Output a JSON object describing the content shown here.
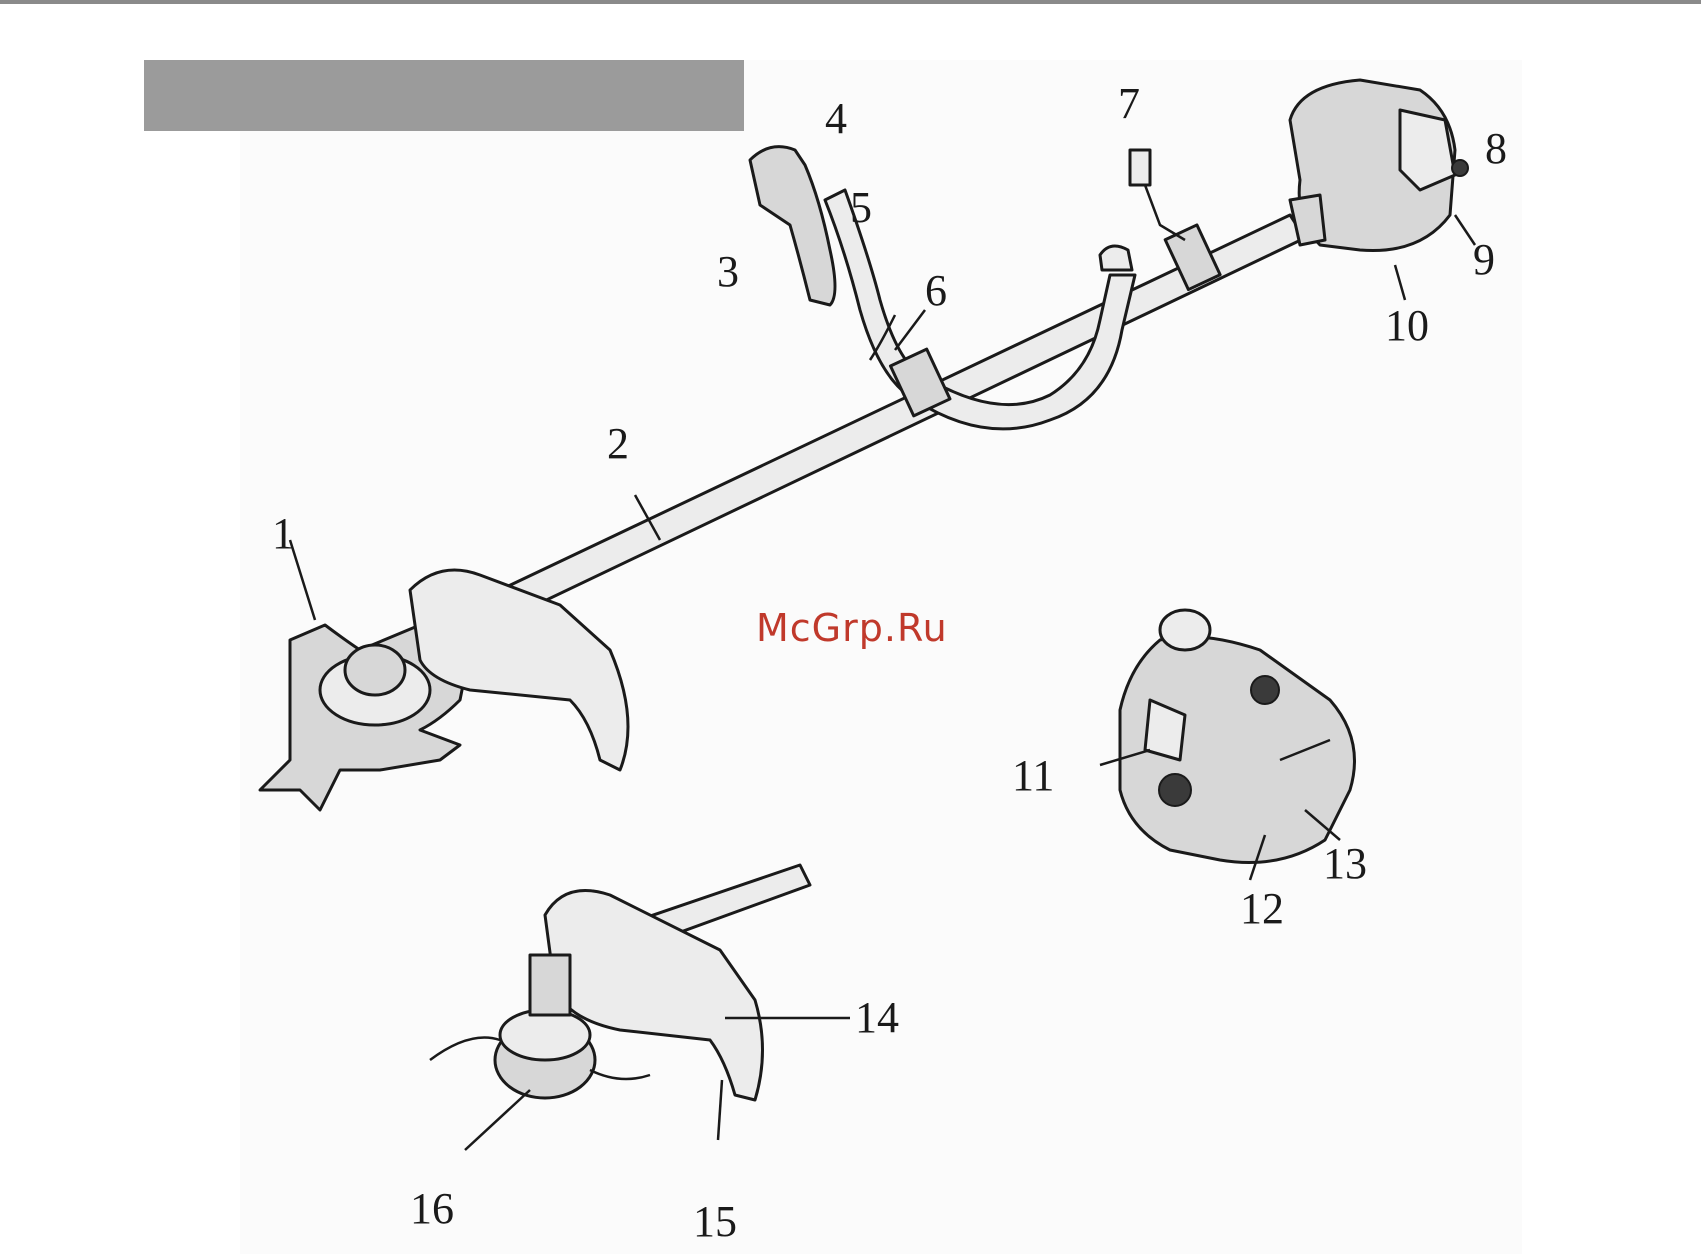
{
  "watermark": "McGrp.Ru",
  "labels": [
    "1",
    "2",
    "3",
    "4",
    "5",
    "6",
    "7",
    "8",
    "9",
    "10",
    "11",
    "12",
    "13",
    "14",
    "15",
    "16"
  ]
}
